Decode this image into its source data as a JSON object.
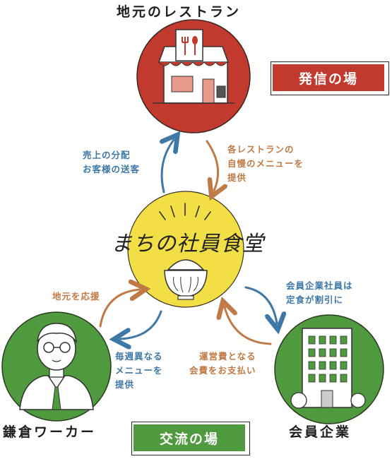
{
  "nodes": {
    "restaurant": {
      "title": "地元のレストラン"
    },
    "worker": {
      "title": "鎌倉ワーカー"
    },
    "company": {
      "title": "会員企業"
    },
    "center": {
      "logo": "まちの社員食堂"
    }
  },
  "badges": {
    "broadcast": "発信の場",
    "exchange": "交流の場"
  },
  "flows": {
    "to_restaurant": [
      "売上の分配",
      "お客様の送客"
    ],
    "from_restaurant": [
      "各レストランの",
      "自慢のメニューを",
      "提供"
    ],
    "to_company": [
      "会員企業社員は",
      "定食が割引に"
    ],
    "from_company": [
      "運営費となる",
      "会費をお支払い"
    ],
    "to_worker": [
      "毎週異なる",
      "メニューを",
      "提供"
    ],
    "from_worker": [
      "地元を応援"
    ]
  },
  "colors": {
    "restaurant_circle": "#c2392d",
    "center_circle": "#f2df45",
    "worker_circle": "#4f9a3e",
    "company_circle": "#4f9a3e",
    "arrow_blue": "#3d78a6",
    "arrow_orange": "#c07a45"
  },
  "icons": {
    "restaurant": "restaurant-building-icon",
    "worker": "worker-person-icon",
    "company": "office-building-icon",
    "center": "rice-bowl-icon"
  }
}
